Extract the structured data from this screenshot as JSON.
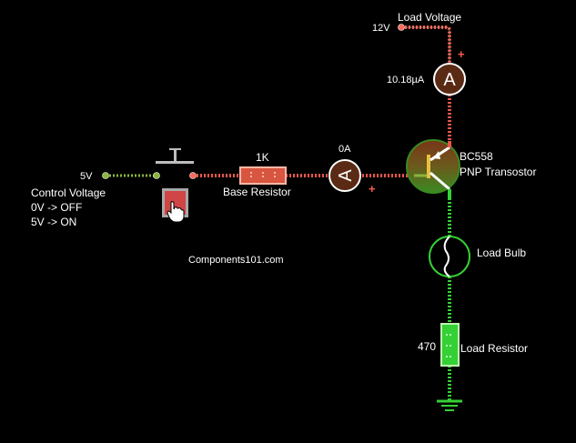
{
  "supply": {
    "value": "12V",
    "label": "Load Voltage"
  },
  "control": {
    "value": "5V",
    "label": "Control Voltage",
    "off_text": "0V -> OFF",
    "on_text": "5V -> ON"
  },
  "base_resistor": {
    "value": "1K",
    "label": "Base Resistor"
  },
  "base_ammeter": {
    "reading": "0A",
    "symbol": "A",
    "polarity": "+"
  },
  "collector_ammeter": {
    "reading": "10.18µA",
    "symbol": "A",
    "polarity": "+"
  },
  "transistor": {
    "part": "BC558",
    "type": "PNP Transostor"
  },
  "bulb": {
    "label": "Load Bulb"
  },
  "load_resistor": {
    "value": "470",
    "label": "Load Resistor"
  },
  "watermark": "Components101.com",
  "colors": {
    "background": "#000000",
    "wire_red": "#e8564a",
    "wire_green": "#35d035",
    "wire_olive": "#8ab53a",
    "component_brown": "#5a2a14",
    "text": "#ffffff"
  }
}
